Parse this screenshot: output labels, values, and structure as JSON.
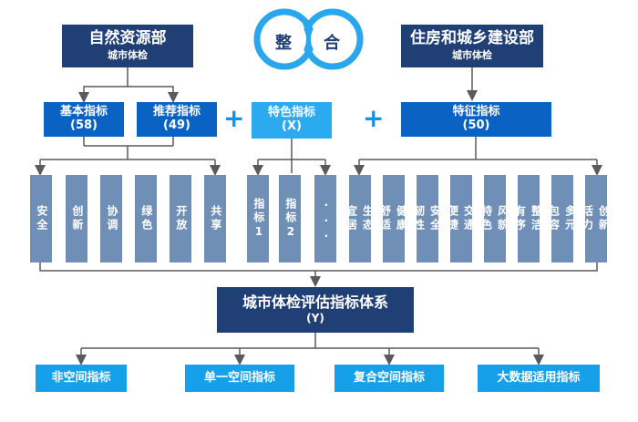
{
  "integration": {
    "left_char": "整",
    "right_char": "合"
  },
  "left_dept": {
    "title": "自然资源部",
    "subtitle": "城市体检"
  },
  "right_dept": {
    "title": "住房和城乡建设部",
    "subtitle": "城市体检"
  },
  "basic": {
    "title": "基本指标",
    "count": "(58)"
  },
  "recommended": {
    "title": "推荐指标",
    "count": "(49)"
  },
  "special": {
    "title": "特色指标",
    "count": "(X)"
  },
  "feature": {
    "title": "特征指标",
    "count": "(50)"
  },
  "plus_symbol": "+",
  "left_columns": [
    "安全",
    "创新",
    "协调",
    "绿色",
    "开放",
    "共享"
  ],
  "special_columns": [
    "指标1",
    "指标2",
    "..."
  ],
  "right_columns": [
    [
      "生态",
      "宜居"
    ],
    [
      "健康",
      "舒适"
    ],
    [
      "安全",
      "韧性"
    ],
    [
      "交通",
      "便捷"
    ],
    [
      "风貌",
      "特色"
    ],
    [
      "整洁",
      "有序"
    ],
    [
      "多元",
      "包容"
    ],
    [
      "创新",
      "活力"
    ]
  ],
  "system": {
    "title": "城市体检评估指标体系",
    "subtitle": "(Y)"
  },
  "outputs": [
    "非空间指标",
    "单一空间指标",
    "复合空间指标",
    "大数据适用指标"
  ],
  "colors": {
    "navy": "#1f3f75",
    "blue": "#0a63c2",
    "sky": "#2baaf0",
    "grey": "#6f8fb7",
    "light": "#16a0ea",
    "line": "#5a5a5a"
  }
}
